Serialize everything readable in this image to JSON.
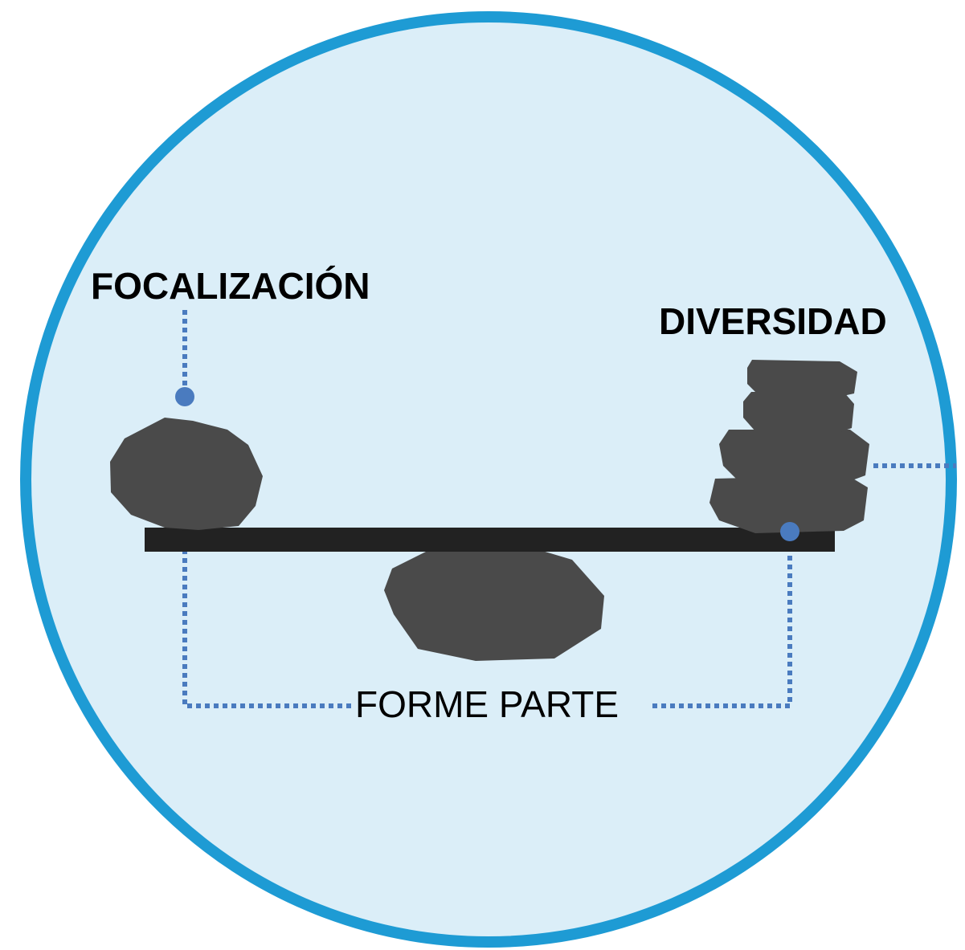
{
  "diagram": {
    "labels": {
      "left_concept": "FOCALIZACIÓN",
      "right_concept": "DIVERSIDAD",
      "bottom_connector": "FORME PARTE"
    },
    "colors": {
      "circle_fill": "#dbeef8",
      "circle_border": "#1e9bd4",
      "stone": "#4a4a4a",
      "beam": "#222222",
      "dotted_line": "#4a7bbf",
      "marker_dot": "#4a7bbf",
      "text": "#000000"
    },
    "icons": {
      "left_weight": "single-stone-icon",
      "right_weight": "stacked-stones-icon",
      "fulcrum": "fulcrum-stone-icon"
    }
  }
}
